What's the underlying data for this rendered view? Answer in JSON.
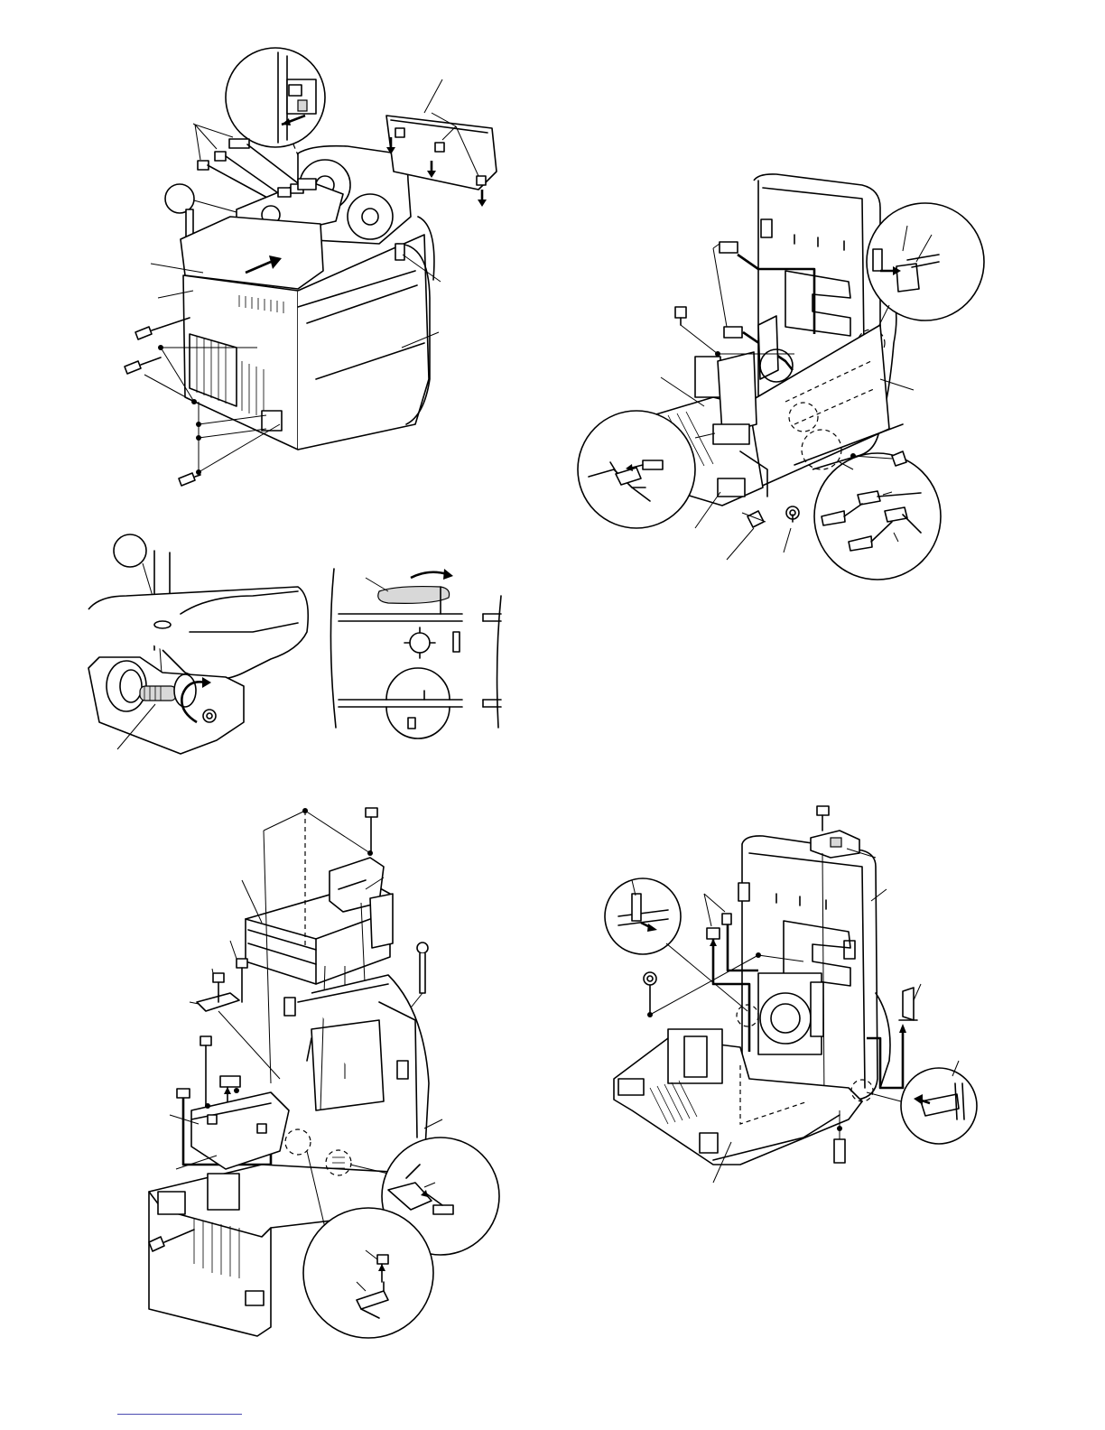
{
  "figures": [
    {
      "id": "front-panel-removal",
      "label": ""
    },
    {
      "id": "main-pwb-removal",
      "label": ""
    },
    {
      "id": "cd-mechanism-gear",
      "label": ""
    },
    {
      "id": "cd-tray-detail",
      "label": ""
    },
    {
      "id": "cd-changer-removal",
      "label": ""
    },
    {
      "id": "power-pwb-removal",
      "label": ""
    }
  ],
  "callout_markers": [
    "",
    ""
  ],
  "colors": {
    "line": "#000000",
    "fill": "#ffffff",
    "shade": "#d8d8d8"
  },
  "footer_rule_color": "#4a4ab0"
}
